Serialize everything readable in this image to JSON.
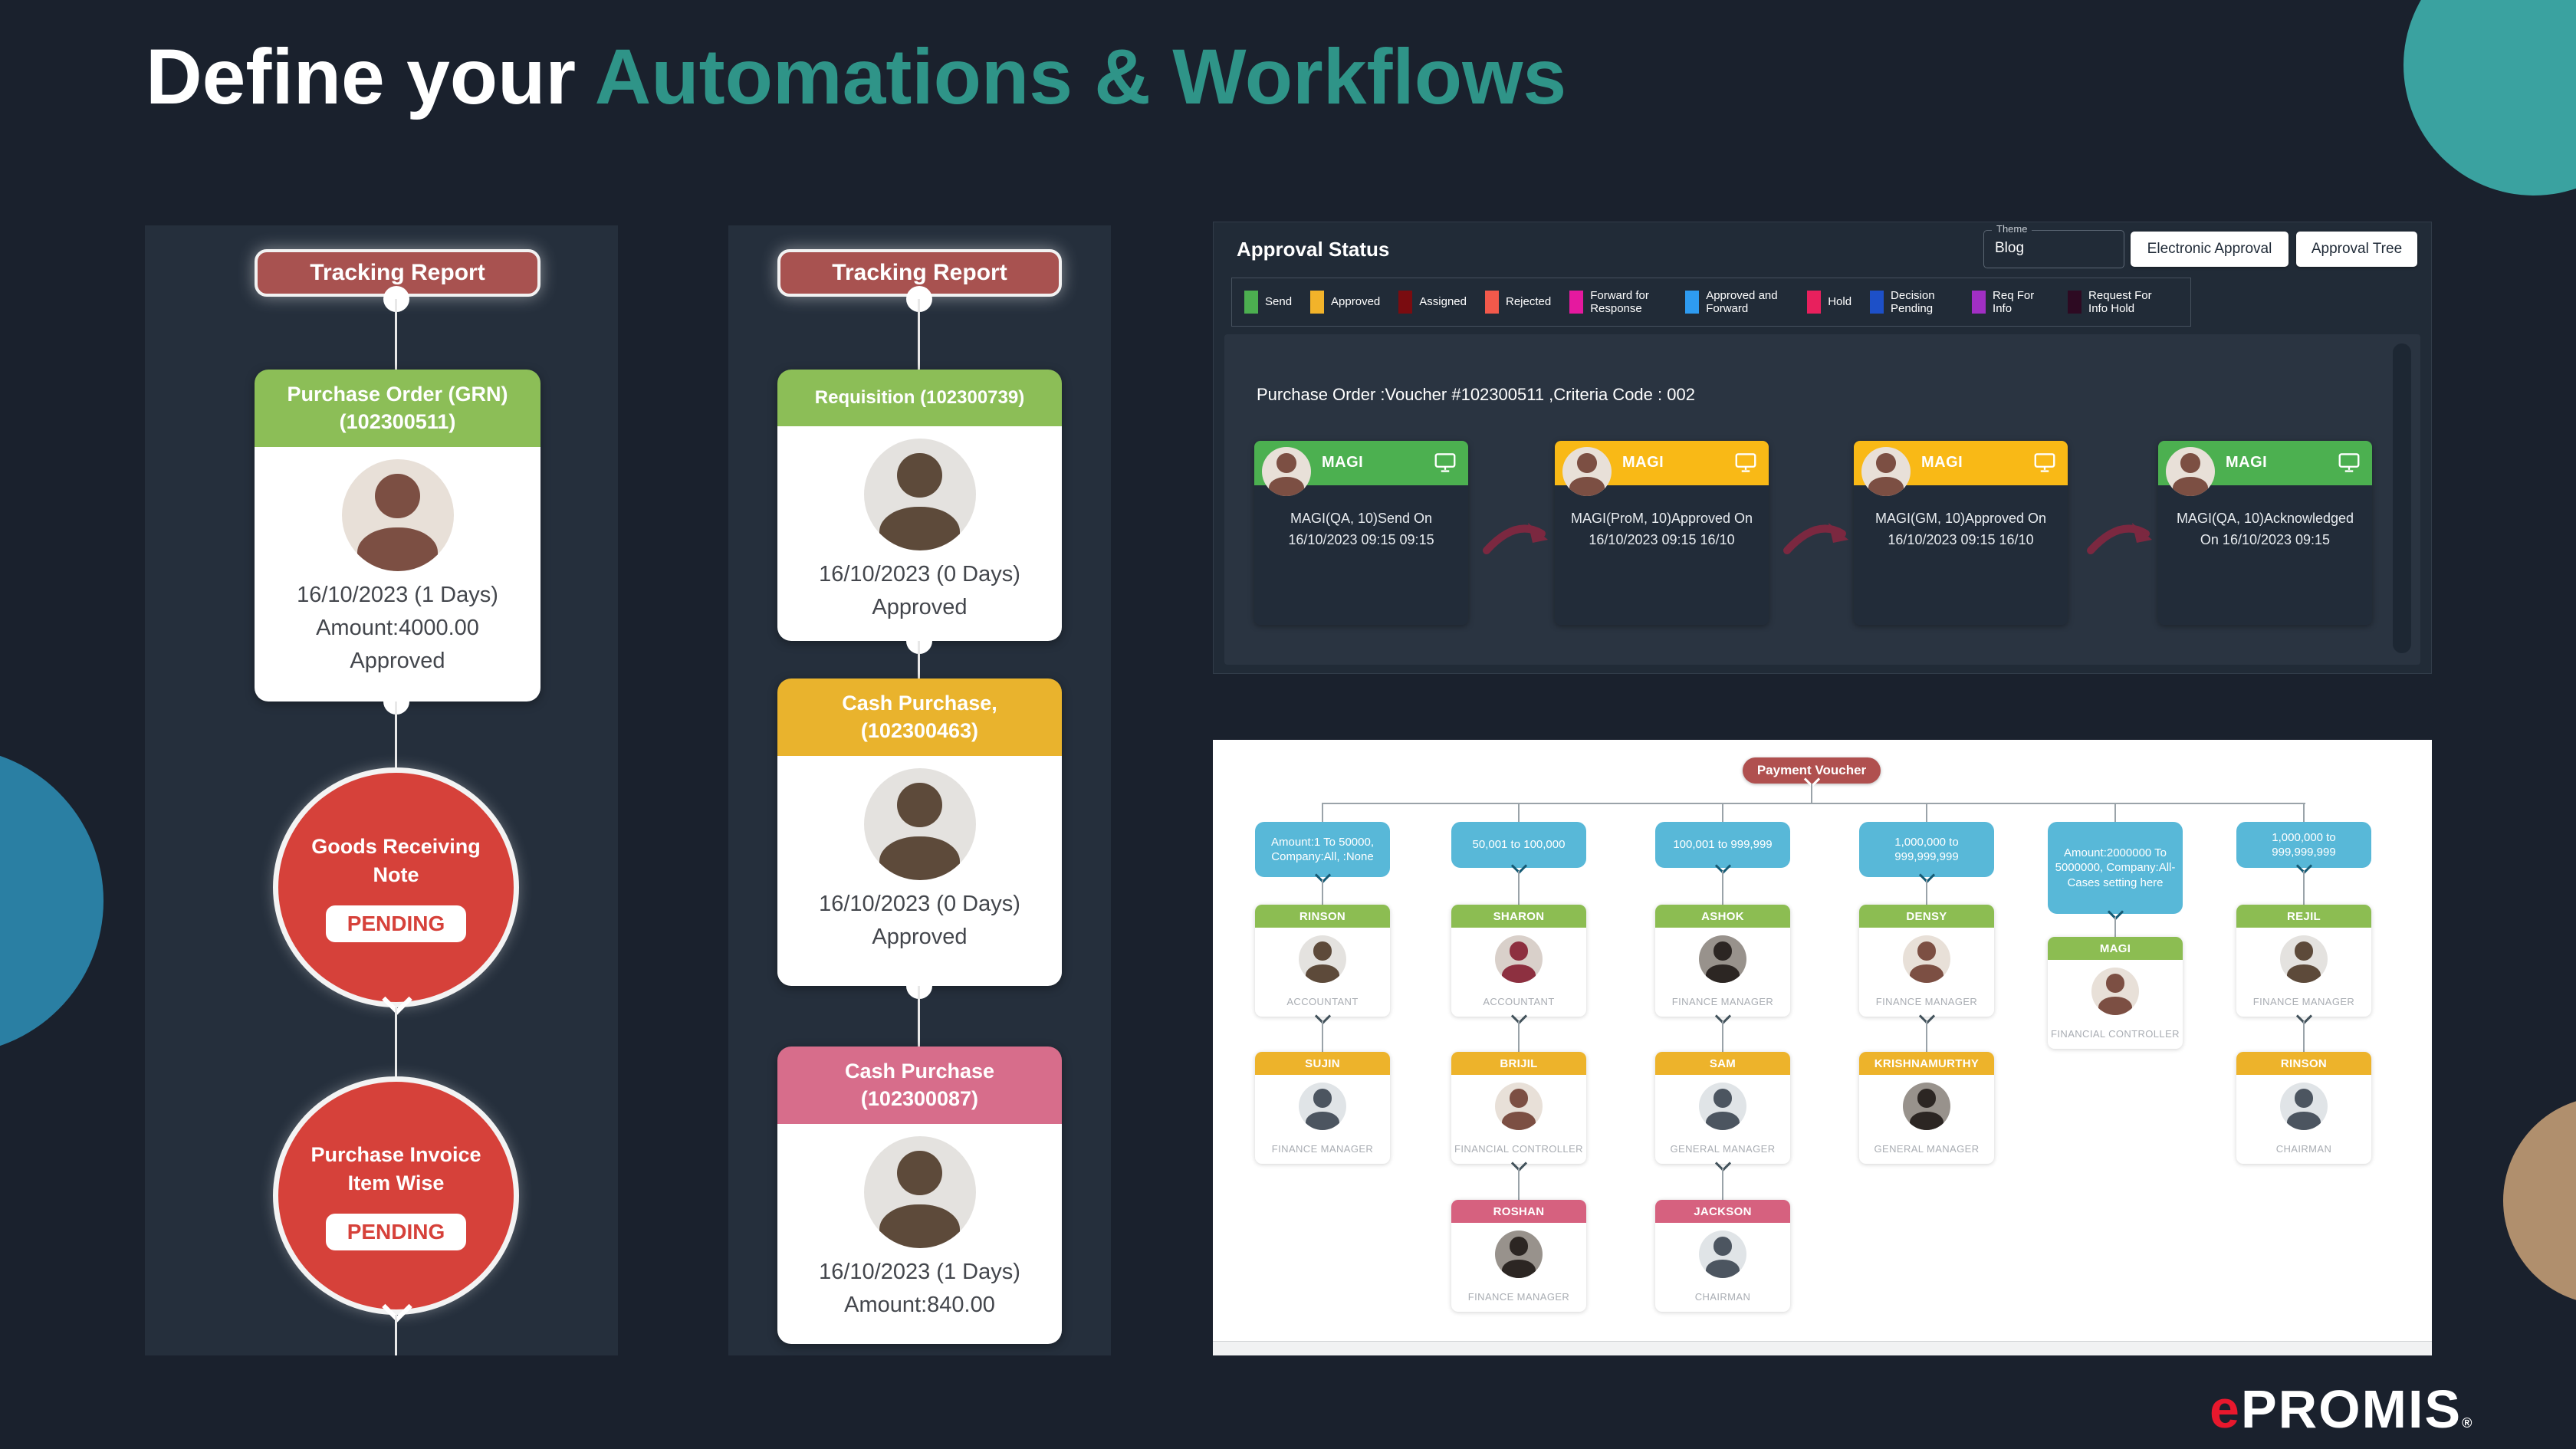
{
  "title": {
    "prefix": "Define your ",
    "highlight": "Automations & Workflows",
    "highlight_color": "#2f9488"
  },
  "colors": {
    "tracking_pill": "#a85250",
    "pending_ellipse": "#d6413a",
    "org_root": "#b0504f",
    "org_range": "#58b8d8"
  },
  "left_flow": {
    "pill": "Tracking Report",
    "card": {
      "header": "Purchase Order (GRN) (102300511)",
      "header_color": "#8cbe57",
      "line1": "16/10/2023 (1 Days)",
      "line2": "Amount:4000.00",
      "line3": "Approved"
    },
    "ellipses": [
      {
        "title": "Goods Receiving Note",
        "badge": "PENDING"
      },
      {
        "title": "Purchase Invoice Item Wise",
        "badge": "PENDING"
      }
    ]
  },
  "mid_flow": {
    "pill": "Tracking Report",
    "cards": [
      {
        "header": "Requisition (102300739)",
        "header_color": "#8cbe57",
        "line1": "16/10/2023 (0 Days)",
        "line2": "Approved"
      },
      {
        "header": "Cash Purchase, (102300463)",
        "header_color": "#e9b32d",
        "line1": "16/10/2023 (0 Days)",
        "line2": "Approved"
      },
      {
        "header": "Cash Purchase (102300087)",
        "header_color": "#d76d8b",
        "line1": "16/10/2023 (1 Days)",
        "line2": "Amount:840.00"
      }
    ]
  },
  "approval": {
    "title": "Approval Status",
    "theme_label": "Theme",
    "theme_value": "Blog",
    "btn_electronic": "Electronic Approval",
    "btn_tree": "Approval Tree",
    "legend": [
      {
        "label": "Send",
        "color": "#4caf50"
      },
      {
        "label": "Approved",
        "color": "#f2b32a"
      },
      {
        "label": "Assigned",
        "color": "#7a0c10"
      },
      {
        "label": "Rejected",
        "color": "#f2594b"
      },
      {
        "label": "Forward for Response",
        "color": "#e5199f"
      },
      {
        "label": "Approved and Forward",
        "color": "#2e9bf0"
      },
      {
        "label": "Hold",
        "color": "#e8205d"
      },
      {
        "label": "Decision Pending",
        "color": "#1d50c8"
      },
      {
        "label": "Req For Info",
        "color": "#a12fc4"
      },
      {
        "label": "Request For Info Hold",
        "color": "#2d0a22"
      }
    ],
    "voucher_line": "Purchase Order :Voucher #102300511 ,Criteria Code : 002",
    "chain": [
      {
        "name": "MAGI",
        "header_color": "#4cb050",
        "text": "MAGI(QA, 10)Send On 16/10/2023 09:15 09:15"
      },
      {
        "name": "MAGI",
        "header_color": "#f9b916",
        "text": "MAGI(ProM, 10)Approved On 16/10/2023 09:15 16/10"
      },
      {
        "name": "MAGI",
        "header_color": "#f9b916",
        "text": "MAGI(GM, 10)Approved On 16/10/2023 09:15 16/10"
      },
      {
        "name": "MAGI",
        "header_color": "#4cb050",
        "text": "MAGI(QA, 10)Acknowledged On 16/10/2023 09:15"
      }
    ]
  },
  "org": {
    "root": "Payment Voucher",
    "columns": [
      {
        "range": "Amount:1 To 50000, Company:All, :None",
        "cards": [
          {
            "name": "RINSON",
            "role": "ACCOUNTANT",
            "color": "#8cbd52"
          },
          {
            "name": "SUJIN",
            "role": "FINANCE MANAGER",
            "color": "#edb32b"
          }
        ]
      },
      {
        "range": "50,001 to 100,000",
        "cards": [
          {
            "name": "SHARON",
            "role": "ACCOUNTANT",
            "color": "#8cbd52"
          },
          {
            "name": "BRIJIL",
            "role": "FINANCIAL CONTROLLER",
            "color": "#edb32b"
          },
          {
            "name": "ROSHAN",
            "role": "FINANCE MANAGER",
            "color": "#d6617f"
          }
        ]
      },
      {
        "range": "100,001 to 999,999",
        "cards": [
          {
            "name": "ASHOK",
            "role": "FINANCE MANAGER",
            "color": "#8cbd52"
          },
          {
            "name": "SAM",
            "role": "GENERAL MANAGER",
            "color": "#edb32b"
          },
          {
            "name": "JACKSON",
            "role": "CHAIRMAN",
            "color": "#d6617f"
          }
        ]
      },
      {
        "range": "1,000,000 to 999,999,999",
        "cards": [
          {
            "name": "DENSY",
            "role": "FINANCE MANAGER",
            "color": "#8cbd52"
          },
          {
            "name": "KRISHNAMURTHY",
            "role": "GENERAL MANAGER",
            "color": "#edb32b"
          }
        ]
      },
      {
        "range": "Amount:2000000 To 5000000, Company:All- Cases setting here",
        "cards": [
          {
            "name": "MAGI",
            "role": "FINANCIAL CONTROLLER",
            "color": "#8cbd52"
          }
        ]
      },
      {
        "range": "1,000,000 to 999,999,999",
        "cards": [
          {
            "name": "REJIL",
            "role": "FINANCE MANAGER",
            "color": "#8cbd52"
          },
          {
            "name": "RINSON",
            "role": "CHAIRMAN",
            "color": "#edb32b"
          }
        ]
      }
    ]
  },
  "logo": {
    "part1": "e",
    "part2": "PROMIS",
    "reg": "®",
    "e_color": "#e8182d"
  }
}
